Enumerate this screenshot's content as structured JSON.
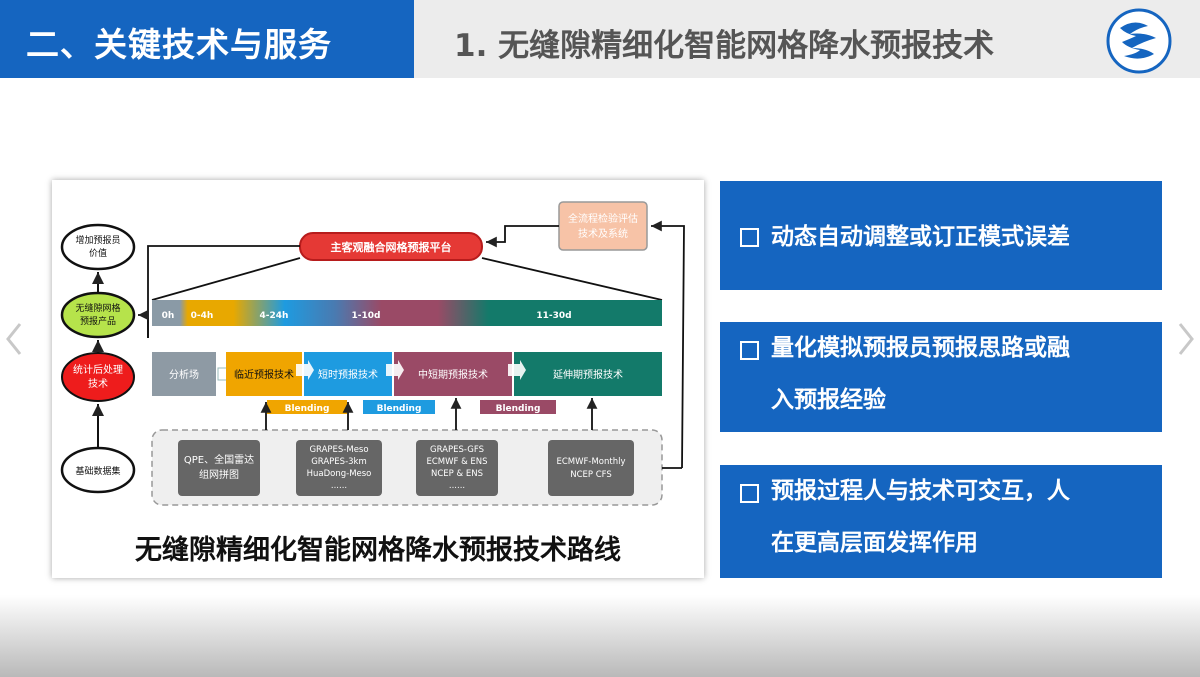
{
  "header": {
    "section_title": "二、关键技术与服务",
    "slide_title": "1. 无缝隙精细化智能网格降水预报技术",
    "logo_icon": "cma-logo-icon"
  },
  "figure": {
    "caption": "无缝隙精细化智能网格降水预报技术路线",
    "left_nodes": [
      "增加预报员价值",
      "无缝隙网格预报产品",
      "统计后处理技术",
      "基础数据集"
    ],
    "platform": "主客观融合网格预报平台",
    "evaluation": "全流程检验评估技术及系统",
    "timeline": [
      "0h",
      "0-4h",
      "4-24h",
      "1-10d",
      "11-30d"
    ],
    "stages": [
      "分析场",
      "临近预报技术",
      "短时预报技术",
      "中短期预报技术",
      "延伸期预报技术"
    ],
    "blending": [
      "Blending",
      "Blending",
      "Blending"
    ],
    "sources": [
      [
        "QPE、全国雷达",
        "组网拼图"
      ],
      [
        "GRAPES-Meso",
        "GRAPES-3km",
        "HuaDong-Meso",
        "......"
      ],
      [
        "GRAPES-GFS",
        "ECMWF & ENS",
        "NCEP & ENS",
        "......"
      ],
      [
        "ECMWF-Monthly",
        "NCEP CFS"
      ]
    ]
  },
  "bullets": [
    {
      "line1": "动态自动调整或订正模式误差",
      "line2": ""
    },
    {
      "line1": "量化模拟预报员预报思路或融",
      "line2": "入预报经验"
    },
    {
      "line1": "预报过程人与技术可交互，人",
      "line2": "在更高层面发挥作用"
    }
  ],
  "colors": {
    "header_blue": "#1565c0",
    "header_gray": "#ececec",
    "platform_red": "#e53935",
    "stage_orange": "#f0a500",
    "stage_blue": "#1e9be0",
    "stage_mauve": "#9a4a66",
    "stage_teal": "#137a6a"
  }
}
